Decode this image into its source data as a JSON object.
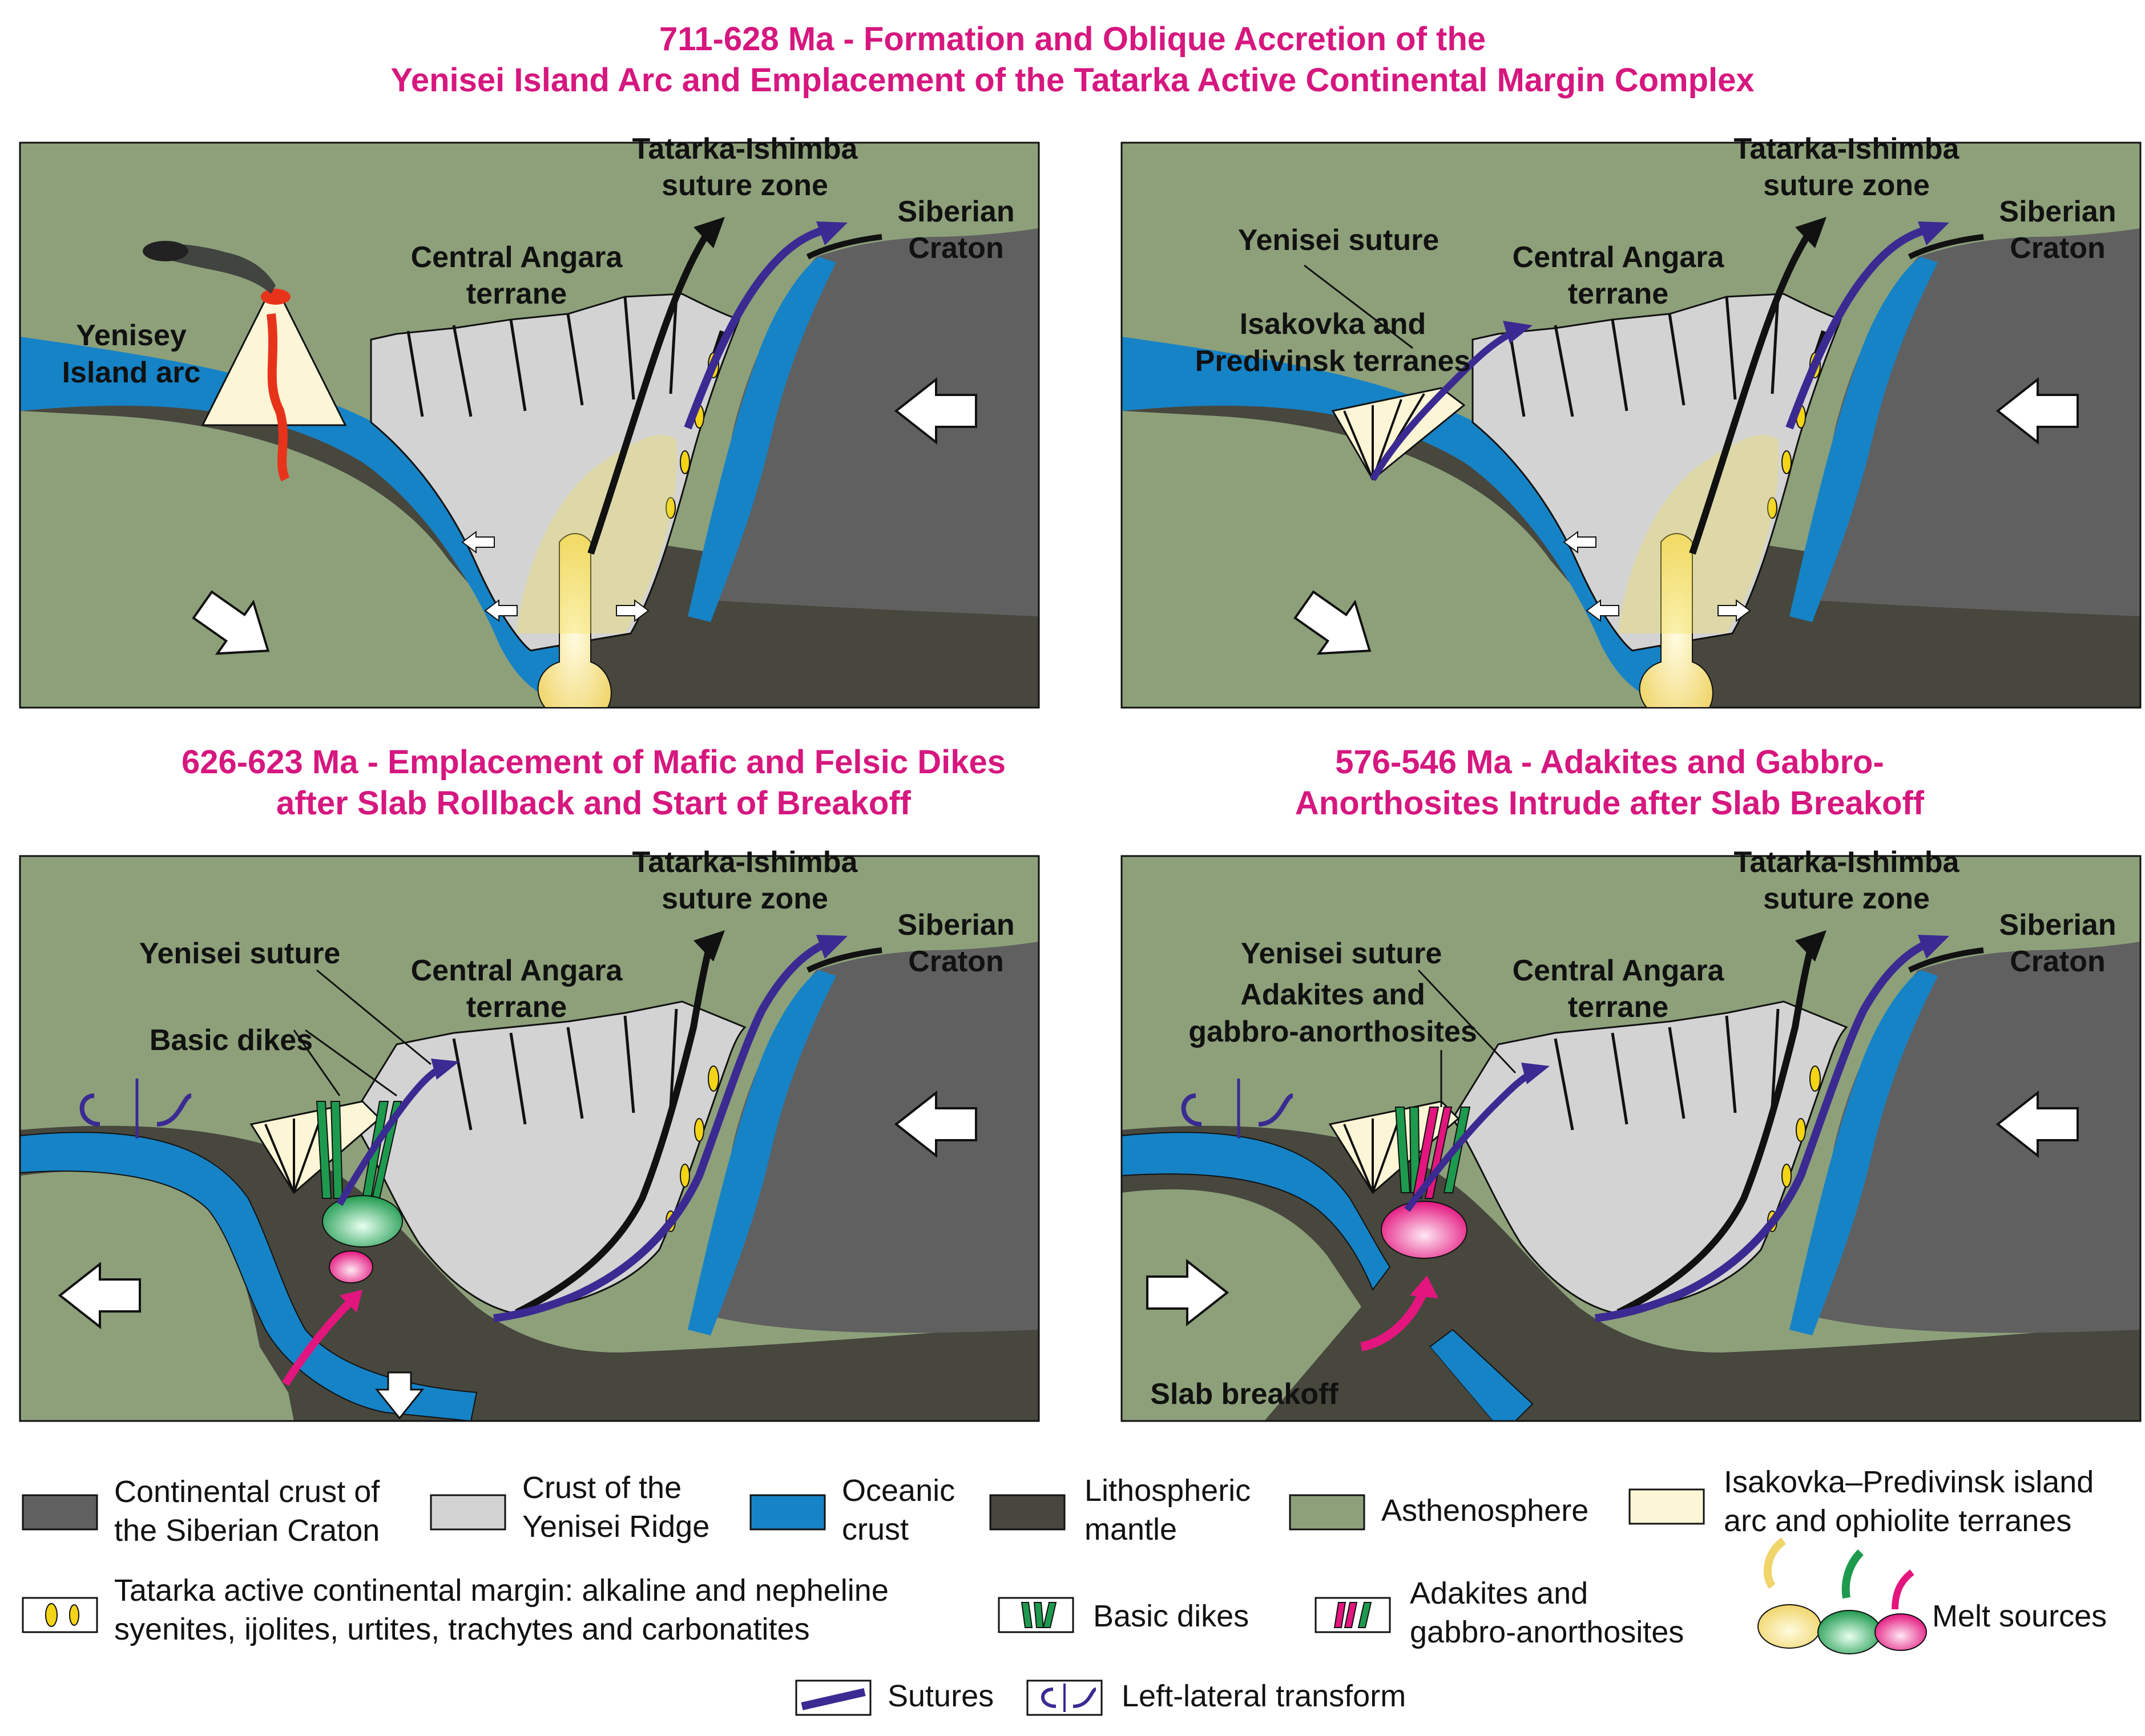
{
  "colors": {
    "title_magenta": "#d6177f",
    "continental_crust_siberian_craton": "#606060",
    "crust_yenisei_ridge": "#d3d3d3",
    "oceanic_crust": "#1683c7",
    "lithospheric_mantle": "#47473e",
    "asthenosphere": "#8da07a",
    "island_arc_ophiolite": "#fcf6d6",
    "suture": "#3b2a92",
    "basic_dikes": "#1e9a4e",
    "adakites": "#e3157e",
    "carbonatite_yellow": "#f3d417",
    "lava_red": "#e8331b"
  },
  "panels": [
    {
      "title_line1": "711-628 Ma - Formation and Oblique Accretion of the",
      "title_line2": "Yenisei Island Arc and Emplacement of the Tatarka Active Continental Margin Complex",
      "labels": {
        "tatarka_l1": "Tatarka-Ishimba",
        "tatarka_l2": "suture zone",
        "siberian_l1": "Siberian",
        "siberian_l2": "Craton",
        "angara_l1": "Central Angara",
        "angara_l2": "terrane",
        "arc_l1": "Yenisey",
        "arc_l2": "Island arc"
      }
    },
    {
      "labels": {
        "tatarka_l1": "Tatarka-Ishimba",
        "tatarka_l2": "suture zone",
        "siberian_l1": "Siberian",
        "siberian_l2": "Craton",
        "yenisei_suture": "Yenisei suture",
        "angara_l1": "Central Angara",
        "angara_l2": "terrane",
        "isakovka_l1": "Isakovka and",
        "isakovka_l2": "Predivinsk terranes"
      }
    },
    {
      "title_line1": "626-623 Ma - Emplacement of Mafic and Felsic Dikes",
      "title_line2": "after Slab Rollback and Start of Breakoff",
      "labels": {
        "tatarka_l1": "Tatarka-Ishimba",
        "tatarka_l2": "suture zone",
        "siberian_l1": "Siberian",
        "siberian_l2": "Craton",
        "yenisei_suture": "Yenisei suture",
        "angara_l1": "Central Angara",
        "angara_l2": "terrane",
        "basic_dikes": "Basic dikes"
      }
    },
    {
      "title_line1": "576-546 Ma - Adakites and Gabbro-",
      "title_line2": "Anorthosites Intrude after Slab Breakoff",
      "labels": {
        "tatarka_l1": "Tatarka-Ishimba",
        "tatarka_l2": "suture zone",
        "siberian_l1": "Siberian",
        "siberian_l2": "Craton",
        "yenisei_suture": "Yenisei suture",
        "angara_l1": "Central Angara",
        "angara_l2": "terrane",
        "adakites_l1": "Adakites and",
        "adakites_l2": "gabbro-anorthosites",
        "slab_breakoff": "Slab breakoff"
      }
    }
  ],
  "legend": {
    "continental_crust_l1": "Continental crust of",
    "continental_crust_l2": "the Siberian Craton",
    "yenisei_crust_l1": "Crust of the",
    "yenisei_crust_l2": "Yenisei Ridge",
    "oceanic_l1": "Oceanic",
    "oceanic_l2": "crust",
    "lithospheric_l1": "Lithospheric",
    "lithospheric_l2": "mantle",
    "asthenosphere": "Asthenosphere",
    "isakovka_l1": "Isakovka–Predivinsk island",
    "isakovka_l2": "arc and ophiolite terranes",
    "tatarka_l1": "Tatarka active continental margin: alkaline and nepheline",
    "tatarka_l2": "syenites, ijolites, urtites, trachytes and carbonatites",
    "basic_dikes": "Basic dikes",
    "adakites_l1": "Adakites and",
    "adakites_l2": "gabbro-anorthosites",
    "melt_sources": "Melt sources",
    "sutures": "Sutures",
    "transform": "Left-lateral transform"
  }
}
